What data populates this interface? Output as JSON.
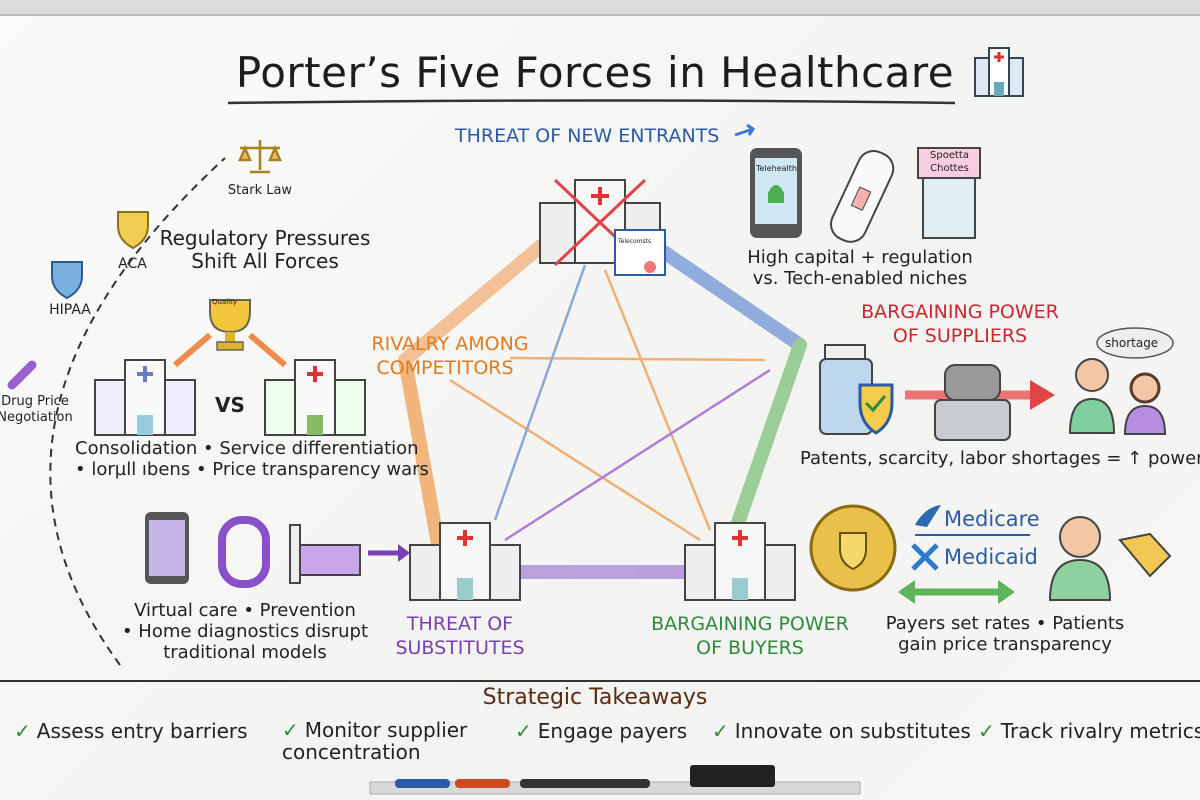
{
  "title": "Porter’s Five Forces in Healthcare",
  "colors": {
    "new_entrants": "#2a5aa8",
    "rivalry": "#e07b1f",
    "suppliers": "#c8282e",
    "buyers": "#2e8b3a",
    "substitutes": "#7a3fb5"
  },
  "forces": {
    "new_entrants": {
      "label": "THREAT OF NEW ENTRANTS",
      "caption_1": "High capital + regulation",
      "caption_2": "vs. Tech-enabled niches",
      "icons": [
        "telehealth-phone",
        "test-kit",
        "storefront-clinic"
      ],
      "phone_label": "Telehealth",
      "store_sign_1": "Spoetta",
      "store_sign_2": "Chottes",
      "cert_label": "Telecomsts"
    },
    "rivalry": {
      "label_1": "RIVALRY AMONG",
      "label_2": "COMPETITORS",
      "vs": "VS",
      "trophy_label": "Quality",
      "caption_1": "Consolidation • Service differentiation",
      "caption_2": "• lorµll ıbens • Price transparency wars"
    },
    "suppliers": {
      "label_1": "BARGAINING POWER",
      "label_2": "OF SUPPLIERS",
      "bubble": "shortage",
      "caption": "Patents, scarcity, labor shortages = ↑ power"
    },
    "buyers": {
      "label_1": "BARGAINING POWER",
      "label_2": "OF BUYERS",
      "payer_1": "Medicare",
      "payer_2": "Medicaid",
      "caption_1": "Payers set rates • Patients",
      "caption_2": "gain price transparency"
    },
    "substitutes": {
      "label_1": "THREAT OF",
      "label_2": "SUBSTITUTES",
      "caption_1": "Virtual care • Prevention",
      "caption_2": "• Home diagnostics disrupt",
      "caption_3": "traditional models"
    }
  },
  "regulatory": {
    "heading_1": "Regulatory Pressures",
    "heading_2": "Shift All Forces",
    "items": [
      "Stark Law",
      "ACA",
      "HIPAA"
    ],
    "drug_1": "Drug Price",
    "drug_2": "Negotiation"
  },
  "takeaways": {
    "heading": "Strategic Takeaways",
    "items": [
      "Assess entry barriers",
      "Monitor supplier concentration",
      "Engage payers",
      "Innovate on substitutes",
      "Track rivalry metrics"
    ]
  }
}
